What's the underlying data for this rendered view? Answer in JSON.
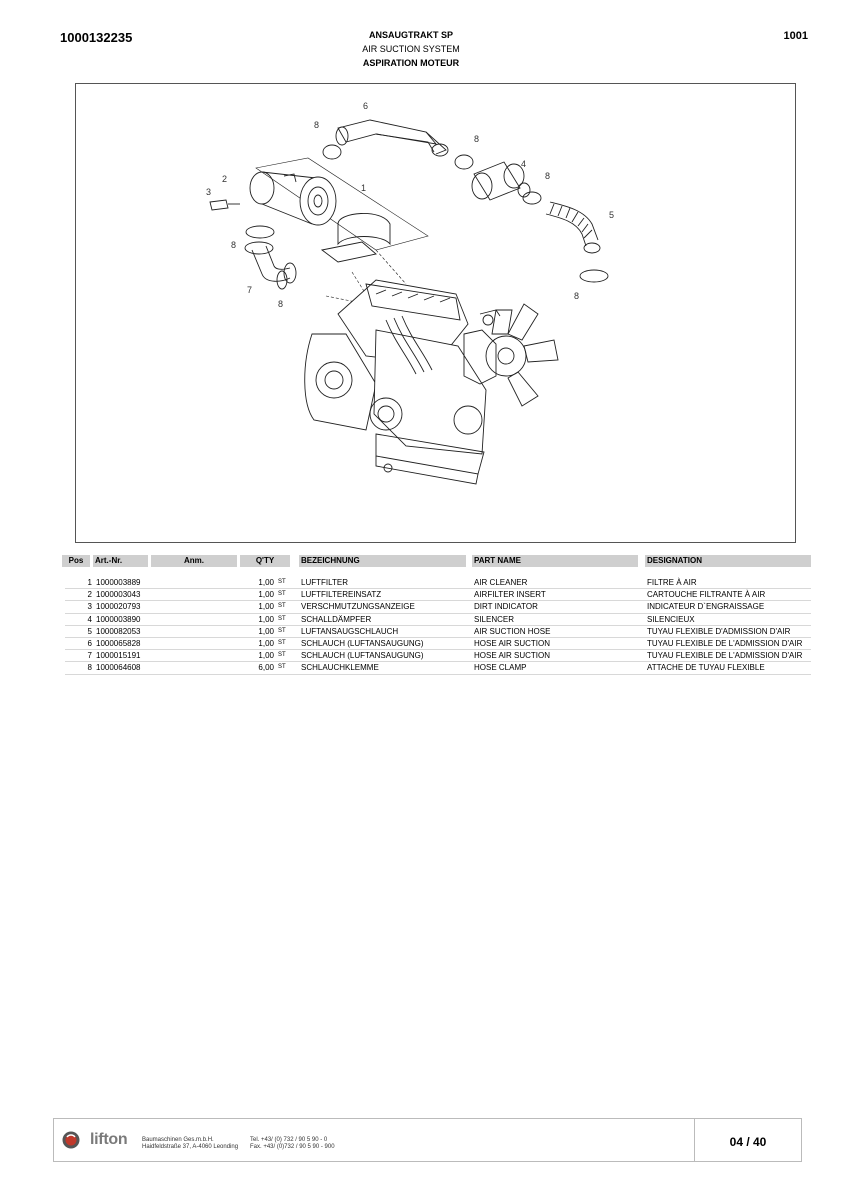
{
  "header": {
    "doc_number": "1000132235",
    "page_code": "1001",
    "title_de": "ANSAUGTRAKT SP",
    "title_en": "AIR SUCTION SYSTEM",
    "title_fr": "ASPIRATION MOTEUR"
  },
  "figure": {
    "callouts": [
      "1",
      "2",
      "3",
      "4",
      "5",
      "6",
      "7",
      "8",
      "8",
      "8",
      "8",
      "8",
      "8"
    ]
  },
  "columns": {
    "pos": "Pos",
    "art": "Art.-Nr.",
    "anm": "Anm.",
    "qty": "Q'TY",
    "de": "BEZEICHNUNG",
    "en": "PART NAME",
    "fr": "DESIGNATION"
  },
  "parts": [
    {
      "pos": "1",
      "art": "1000003889",
      "qty": "1,00",
      "unit": "ST",
      "de": "LUFTFILTER",
      "en": "AIR CLEANER",
      "fr": "FILTRE À AIR"
    },
    {
      "pos": "2",
      "art": "1000003043",
      "qty": "1,00",
      "unit": "ST",
      "de": "LUFTFILTEREINSATZ",
      "en": "AIRFILTER INSERT",
      "fr": "CARTOUCHE FILTRANTE À AIR"
    },
    {
      "pos": "3",
      "art": "1000020793",
      "qty": "1,00",
      "unit": "ST",
      "de": "VERSCHMUTZUNGSANZEIGE",
      "en": "DIRT INDICATOR",
      "fr": "INDICATEUR D`ENGRAISSAGE"
    },
    {
      "pos": "4",
      "art": "1000003890",
      "qty": "1,00",
      "unit": "ST",
      "de": "SCHALLDÄMPFER",
      "en": "SILENCER",
      "fr": "SILENCIEUX"
    },
    {
      "pos": "5",
      "art": "1000082053",
      "qty": "1,00",
      "unit": "ST",
      "de": "LUFTANSAUGSCHLAUCH",
      "en": "AIR SUCTION HOSE",
      "fr": "TUYAU FLEXIBLE D'ADMISSION D'AIR"
    },
    {
      "pos": "6",
      "art": "1000065828",
      "qty": "1,00",
      "unit": "ST",
      "de": "SCHLAUCH (LUFTANSAUGUNG)",
      "en": "HOSE AIR SUCTION",
      "fr": "TUYAU FLEXIBLE DE L'ADMISSION D'AIR"
    },
    {
      "pos": "7",
      "art": "1000015191",
      "qty": "1,00",
      "unit": "ST",
      "de": "SCHLAUCH (LUFTANSAUGUNG)",
      "en": "HOSE AIR SUCTION",
      "fr": "TUYAU FLEXIBLE DE L'ADMISSION D'AIR"
    },
    {
      "pos": "8",
      "art": "1000064608",
      "qty": "6,00",
      "unit": "ST",
      "de": "SCHLAUCHKLEMME",
      "en": "HOSE CLAMP",
      "fr": "ATTACHE  DE TUYAU FLEXIBLE"
    }
  ],
  "footer": {
    "brand": "lifton",
    "company_line1": "Baumaschinen Ges.m.b.H.",
    "company_line2": "Haidfeldstraße 37, A-4060 Leonding",
    "tel": "Tel. +43/ (0) 732 / 90 5 90 - 0",
    "fax": "Fax. +43/ (0)732 / 90 5 90 - 900",
    "page": "04 / 40",
    "logo_icon": "lifton-logo-icon",
    "brand_color": "#c0392b"
  }
}
